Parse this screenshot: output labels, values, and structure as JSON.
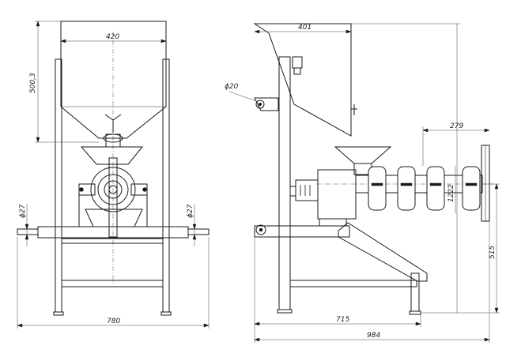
{
  "front_view": {
    "dim_width_top": "420",
    "dim_height_hopper": "500,3",
    "dim_shaft_left": "ϕ27",
    "dim_shaft_right": "ϕ27",
    "dim_overall_width": "780"
  },
  "side_view": {
    "dim_hopper_width": "401",
    "dim_pin": "ϕ20",
    "dim_disc_offset": "279",
    "dim_disc_height": "1222",
    "dim_axis_height": "515",
    "dim_frame_length": "715",
    "dim_overall_length": "984"
  },
  "colors": {
    "line": "#1a1a1a",
    "dim": "#444444",
    "background": "#ffffff"
  }
}
